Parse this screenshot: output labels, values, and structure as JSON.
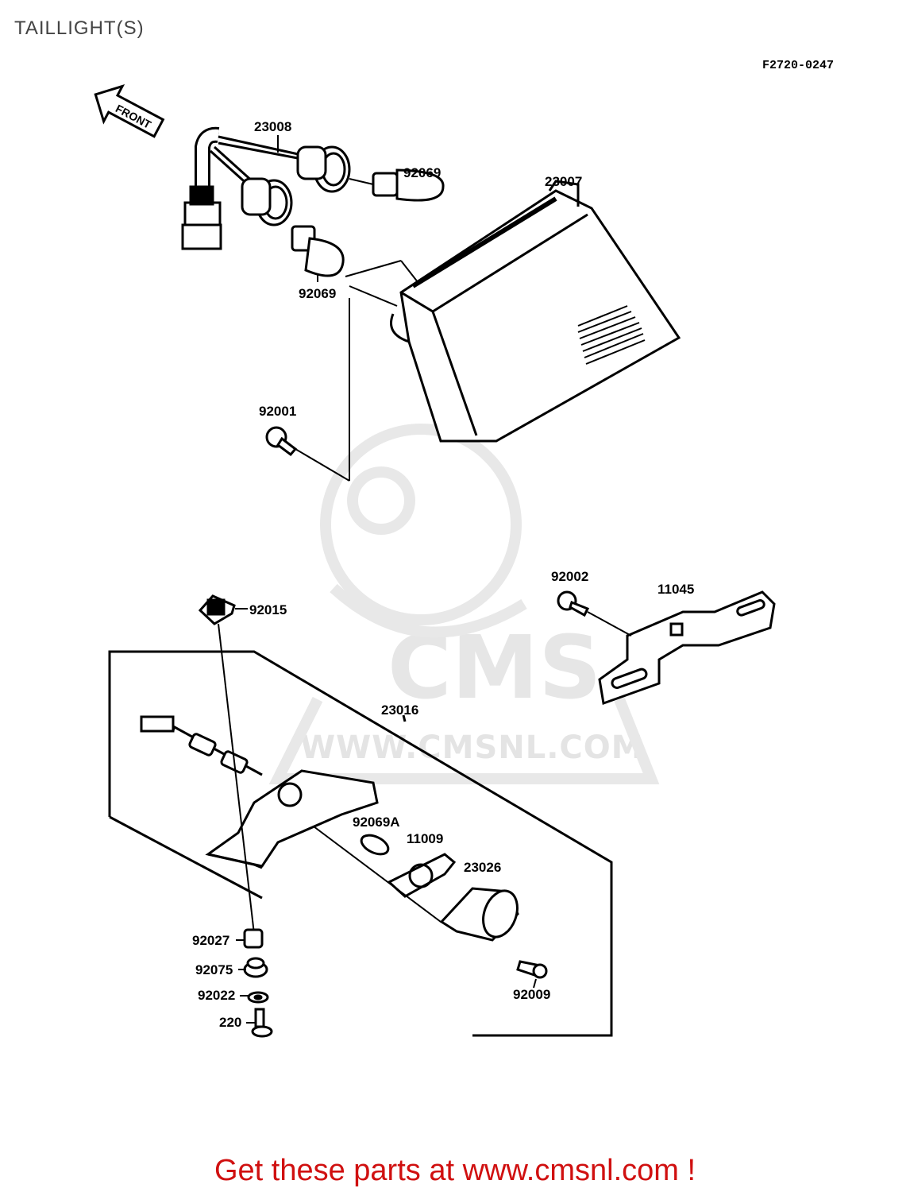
{
  "title": "TAILLIGHT(S)",
  "diagram_code": "F2720-0247",
  "front_arrow": "FRONT",
  "watermark": {
    "brand": "CMS",
    "url": "WWW.CMSNL.COM"
  },
  "parts": {
    "p23008": "23008",
    "p92069_upper": "92069",
    "p92069_lower": "92069",
    "p23007": "23007",
    "p92001": "92001",
    "p92002": "92002",
    "p11045": "11045",
    "p92015": "92015",
    "p23016": "23016",
    "p92069A": "92069A",
    "p11009": "11009",
    "p23026": "23026",
    "p92027": "92027",
    "p92075": "92075",
    "p92022": "92022",
    "p220": "220",
    "p92009": "92009"
  },
  "footer": "Get these parts at www.cmsnl.com !"
}
